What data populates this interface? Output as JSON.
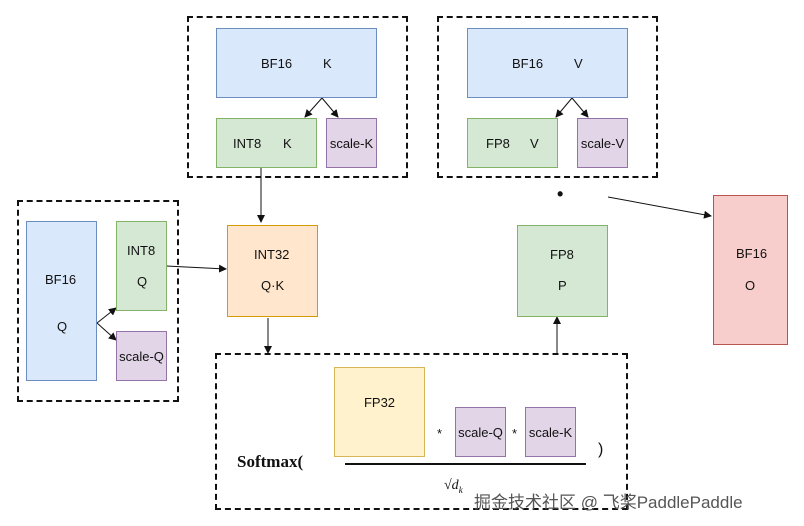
{
  "k_group": {
    "bf16_label": "BF16",
    "bf16_name": "K",
    "int8_label": "INT8",
    "int8_name": "K",
    "scale": "scale-K"
  },
  "v_group": {
    "bf16_label": "BF16",
    "bf16_name": "V",
    "fp8_label": "FP8",
    "fp8_name": "V",
    "scale": "scale-V"
  },
  "q_group": {
    "bf16_label": "BF16",
    "bf16_name": "Q",
    "int8_label": "INT8",
    "int8_name": "Q",
    "scale": "scale-Q"
  },
  "qk": {
    "label": "INT32",
    "name": "Q·K"
  },
  "p": {
    "label": "FP8",
    "name": "P"
  },
  "o": {
    "label": "BF16",
    "name": "O"
  },
  "dot": "•",
  "softmax": {
    "prefix": "Softmax(",
    "fp32": "FP32",
    "times1": "*",
    "scale_q": "scale-Q",
    "times2": "*",
    "scale_k": "scale-K",
    "suffix": ")",
    "denominator": "√d",
    "denominator_sub": "k"
  },
  "watermark": "掘金技术社区 @ 飞桨PaddlePaddle"
}
